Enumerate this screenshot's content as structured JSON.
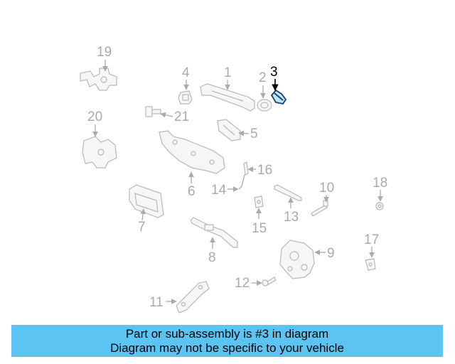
{
  "callouts": {
    "c1": "1",
    "c2": "2",
    "c3": "3",
    "c4": "4",
    "c5": "5",
    "c6": "6",
    "c7": "7",
    "c8": "8",
    "c9": "9",
    "c10": "10",
    "c11": "11",
    "c12": "12",
    "c13": "13",
    "c14": "14",
    "c15": "15",
    "c16": "16",
    "c17": "17",
    "c18": "18",
    "c19": "19",
    "c20": "20",
    "c21": "21"
  },
  "highlighted_part": "3",
  "colors": {
    "banner": "#5bc4f3",
    "highlight_fill": "#bfe3f4",
    "highlight_stroke": "#1a3c6e",
    "faded": "#aaaaaa"
  },
  "caption": {
    "line1": "Part or sub-assembly is #3 in diagram",
    "line2": "Diagram may not be specific to your vehicle"
  }
}
